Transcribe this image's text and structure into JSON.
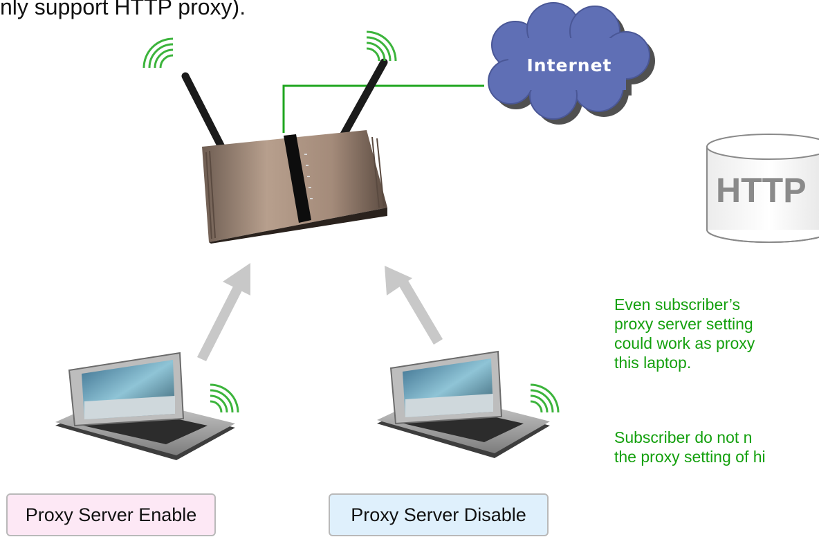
{
  "top_text": "nly support HTTP proxy).",
  "cloud": {
    "label": "Internet"
  },
  "server": {
    "label": "HTTP"
  },
  "note": {
    "line1": "Even    subscriber’s",
    "line2": "proxy  server  setting",
    "line3": "could work as proxy",
    "line4": "this laptop.",
    "line5": "Subscriber  do  not  n",
    "line6": "the proxy setting of hi"
  },
  "laptops": [
    {
      "label": "Proxy Server Enable",
      "bg": "#fde8f5"
    },
    {
      "label": "Proxy Server Disable",
      "bg": "#dff0fc"
    }
  ],
  "colors": {
    "link": "#1ea51e",
    "cloud": "#5f6fb5",
    "note_text": "#14a00e",
    "arrow": "#c8c8c8",
    "wifi": "#3cb43c"
  }
}
